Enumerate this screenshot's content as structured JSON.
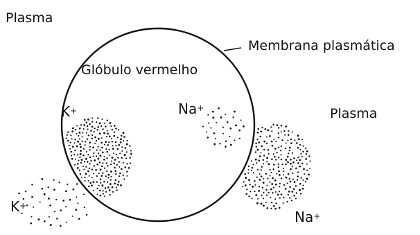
{
  "labels": {
    "plasma_top_left": "Plasma",
    "plasma_right": "Plasma",
    "membrane": "Membrana plasmática",
    "cell": "Glóbulo vermelho"
  },
  "ions": {
    "k_inside": {
      "symbol": "K",
      "charge": "+"
    },
    "na_inside": {
      "symbol": "Na",
      "charge": "+"
    },
    "k_outside": {
      "symbol": "K",
      "charge": "+"
    },
    "na_outside": {
      "symbol": "Na",
      "charge": "+"
    }
  },
  "colors": {
    "ink": "#111111",
    "background": "#ffffff"
  }
}
